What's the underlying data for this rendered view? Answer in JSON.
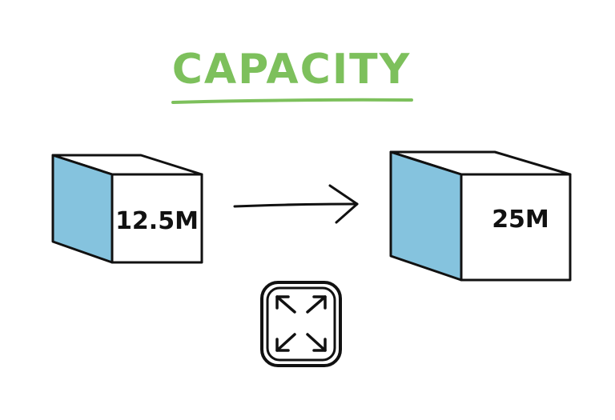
{
  "title": "CAPACITY",
  "colors": {
    "title_green": "#7dc05c",
    "cube_side_blue": "#85c3de",
    "stroke": "#111111"
  },
  "before": {
    "label": "12.5M"
  },
  "after": {
    "label": "25M"
  },
  "icons": {
    "arrow": "right-arrow-icon",
    "expand": "expand-arrows-icon"
  }
}
